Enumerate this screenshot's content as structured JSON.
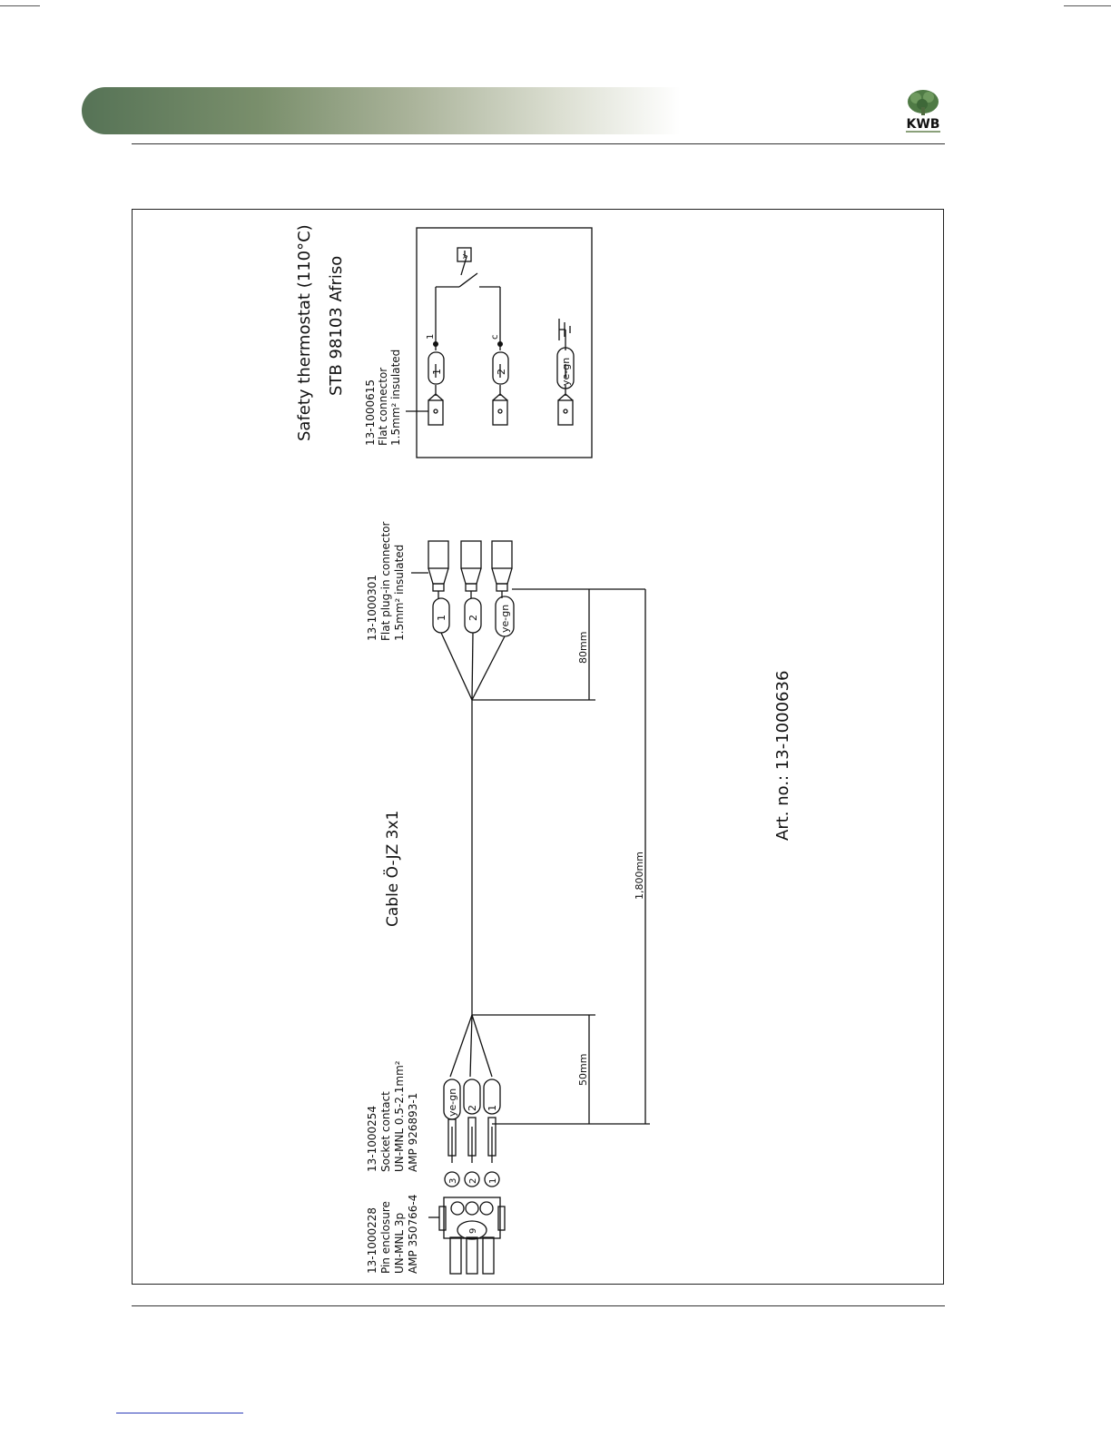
{
  "header": {
    "logo_text": "KWB"
  },
  "thermostat": {
    "title": "Safety thermostat (110°C)",
    "model": "STB 98103 Afriso",
    "connector_part": "13-1000615",
    "connector_name": "Flat connector",
    "connector_spec": "1.5mm² insulated",
    "wire1_label": "1",
    "wire2_label": "2",
    "wire3_label": "ye-gn",
    "terminal1": "1",
    "terminal2": "c",
    "switch_label": "v"
  },
  "plug_connector": {
    "part": "13-1000301",
    "name": "Flat plug-in connector",
    "spec": "1.5mm² insulated",
    "wires": [
      "1",
      "2",
      "ye-gn"
    ]
  },
  "cable": {
    "label": "Cable Ö-JZ 3x1",
    "dim_80": "80mm",
    "dim_1800": "1,800mm",
    "dim_50": "50mm"
  },
  "socket_contact": {
    "part": "13-1000254",
    "name": "Socket contact",
    "spec": "UN-MNL 0.5-2.1mm²",
    "amp": "AMP 926893-1",
    "wires": [
      "ye-gn",
      "2",
      "1"
    ],
    "pins": [
      "3",
      "2",
      "1"
    ]
  },
  "pin_enclosure": {
    "part": "13-1000228",
    "name": "Pin enclosure",
    "spec": "UN-MNL 3p",
    "amp": "AMP 350766-4",
    "housing_label": "9"
  },
  "article": {
    "text": "Art. no.: 13-1000636"
  }
}
